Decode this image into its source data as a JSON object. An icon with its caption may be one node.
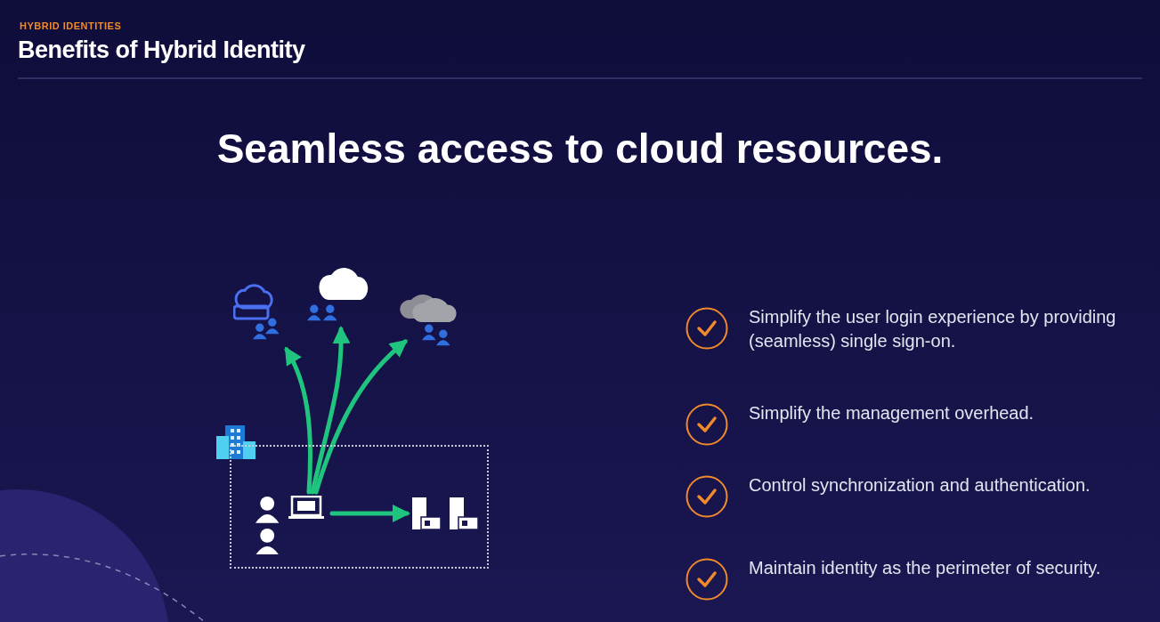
{
  "diagram": {
    "title": "Benefits of Hybrid Identity",
    "nodes": [
      {
        "text": [],
        "shape": "box"
      },
      {
        "text": [],
        "shape": "person",
        "in": 0
      },
      {
        "text": [],
        "shape": "laptop",
        "in": 0
      },
      {
        "text": [],
        "shape": "server",
        "in": 0
      },
      {
        "text": [],
        "shape": "cloud"
      },
      {
        "text": [],
        "shape": "cloud"
      },
      {
        "text": [],
        "shape": "cloud"
      }
    ],
    "edges": [
      {
        "from": 2,
        "to": 4,
        "arrow": "to"
      },
      {
        "from": 2,
        "to": 5,
        "arrow": "to"
      },
      {
        "from": 2,
        "to": 6,
        "arrow": "to"
      },
      {
        "from": 2,
        "to": 3,
        "arrow": "to"
      }
    ],
    "labels": [
      "HYBRID IDENTITIES",
      "Seamless access to cloud resources.",
      "Simplify the user login experience by providing (seamless) single sign-on.",
      "Simplify the management overhead.",
      "Control synchronization and authentication.",
      "Maintain identity as the perimeter of security."
    ]
  }
}
